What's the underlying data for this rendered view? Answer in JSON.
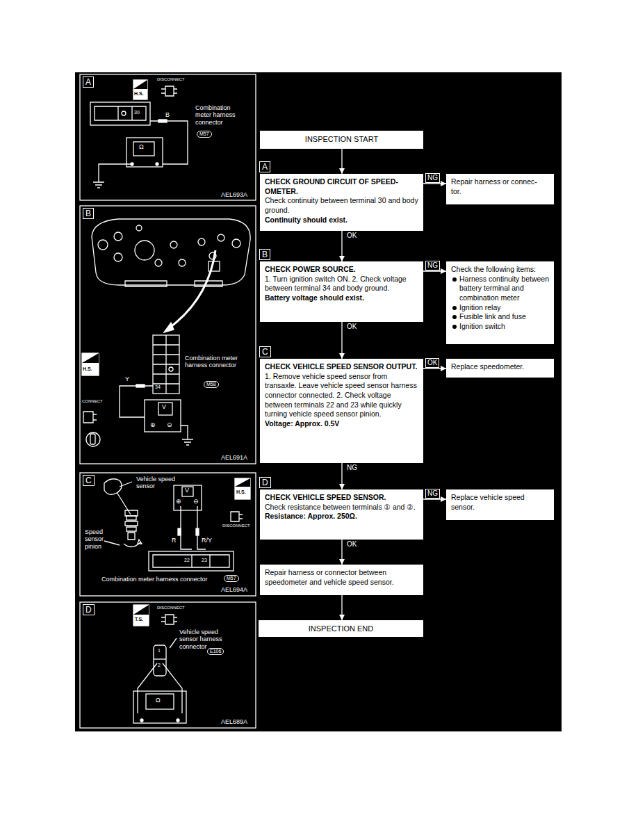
{
  "diagram": {
    "nodes": [
      {
        "text": [
          "INSPECTION START"
        ]
      },
      {
        "text": [
          "A",
          "CHECK GROUND CIRCUIT OF SPEED- OMETER.",
          "Check continuity between terminal 30 and body ground.",
          "Continuity should exist."
        ]
      },
      {
        "text": [
          "Repair harness or connec- tor."
        ]
      },
      {
        "text": [
          "B",
          "CHECK POWER SOURCE.",
          "1. Turn ignition switch ON. 2. Check voltage between terminal 34 and body ground.",
          "Battery voltage should exist."
        ]
      },
      {
        "text": [
          "Check the following items:",
          "Harness continuity between battery terminal and combination meter",
          "Ignition relay",
          "Fusible link and fuse",
          "Ignition switch"
        ]
      },
      {
        "text": [
          "C",
          "CHECK VEHICLE SPEED SENSOR OUTPUT.",
          "1. Remove vehicle speed sensor from transaxle. Leave vehicle speed sensor harness connector connected. 2. Check voltage between terminals 22 and 23 while quickly turning vehicle speed sensor pinion.",
          "Voltage: Approx. 0.5V"
        ]
      },
      {
        "text": [
          "Replace speedometer."
        ]
      },
      {
        "text": [
          "D",
          "CHECK VEHICLE SPEED SENSOR.",
          "Check resistance between terminals ① and ②.",
          "Resistance: Approx. 250Ω."
        ]
      },
      {
        "text": [
          "Replace vehicle speed sensor."
        ]
      },
      {
        "text": [
          "Repair harness or connector between speedometer and vehicle speed sensor."
        ]
      },
      {
        "text": [
          "INSPECTION END"
        ]
      }
    ],
    "edges": [
      {
        "from": 0,
        "to": 1,
        "arrow": "to"
      },
      {
        "from": 1,
        "to": 2,
        "arrow": "to",
        "label": "NG"
      },
      {
        "from": 1,
        "to": 3,
        "arrow": "to",
        "label": "OK"
      },
      {
        "from": 3,
        "to": 4,
        "arrow": "to",
        "label": "NG"
      },
      {
        "from": 3,
        "to": 5,
        "arrow": "to",
        "label": "OK"
      },
      {
        "from": 5,
        "to": 6,
        "arrow": "to",
        "label": "OK"
      },
      {
        "from": 5,
        "to": 7,
        "arrow": "to",
        "label": "NG"
      },
      {
        "from": 7,
        "to": 8,
        "arrow": "to",
        "label": "NG"
      },
      {
        "from": 7,
        "to": 9,
        "arrow": "to",
        "label": "OK"
      },
      {
        "from": 9,
        "to": 10,
        "arrow": "to"
      }
    ],
    "labels": [
      "A",
      "H.S.",
      "DISCONNECT",
      "30",
      "B",
      "Combination meter harness connector",
      "M57",
      "Ω",
      "AEL693A",
      "B",
      "H.S.",
      "Y",
      "34",
      "Combination meter harness connector",
      "M58",
      "CONNECT",
      "V",
      "⊕",
      "⊖",
      "AEL691A",
      "C",
      "Vehicle speed sensor",
      "V",
      "⊕",
      "⊖",
      "H.S.",
      "DISCONNECT",
      "Speed sensor pinion",
      "R",
      "R/Y",
      "22",
      "23",
      "Combination meter harness connector",
      "M57",
      "AEL694A",
      "D",
      "T.S.",
      "DISCONNECT",
      "Vehicle speed sensor harness connector",
      "E106",
      "1",
      "2",
      "Ω",
      "AEL689A"
    ]
  }
}
